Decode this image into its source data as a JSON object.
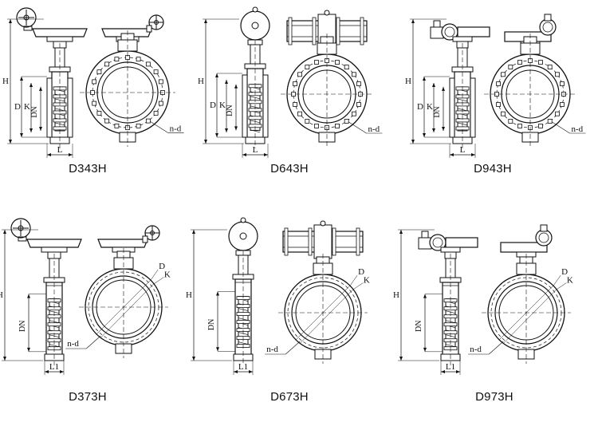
{
  "models": [
    {
      "caption": "D343H",
      "actuator": "worm-gear",
      "flanged": true,
      "dims": [
        "H",
        "D",
        "K",
        "DN"
      ],
      "width_label": "L",
      "hole_label": "n-d"
    },
    {
      "caption": "D643H",
      "actuator": "pneumatic",
      "flanged": true,
      "dims": [
        "H",
        "D",
        "K",
        "DN"
      ],
      "width_label": "L",
      "hole_label": "n-d"
    },
    {
      "caption": "D943H",
      "actuator": "electric",
      "flanged": true,
      "dims": [
        "H",
        "D",
        "K",
        "DN"
      ],
      "width_label": "L",
      "hole_label": "n-d"
    },
    {
      "caption": "D373H",
      "actuator": "worm-gear",
      "flanged": false,
      "dims": [
        "H",
        "DN"
      ],
      "width_label": "L1",
      "hole_label": "n-d",
      "diam_labels": [
        "D",
        "K"
      ]
    },
    {
      "caption": "D673H",
      "actuator": "pneumatic",
      "flanged": false,
      "dims": [
        "H",
        "DN"
      ],
      "width_label": "L1",
      "hole_label": "n-d",
      "diam_labels": [
        "D",
        "K"
      ]
    },
    {
      "caption": "D973H",
      "actuator": "electric",
      "flanged": false,
      "dims": [
        "H",
        "DN"
      ],
      "width_label": "L1",
      "hole_label": "n-d",
      "diam_labels": [
        "D",
        "K"
      ]
    }
  ],
  "colors": {
    "line": "#111111",
    "background": "#ffffff"
  }
}
